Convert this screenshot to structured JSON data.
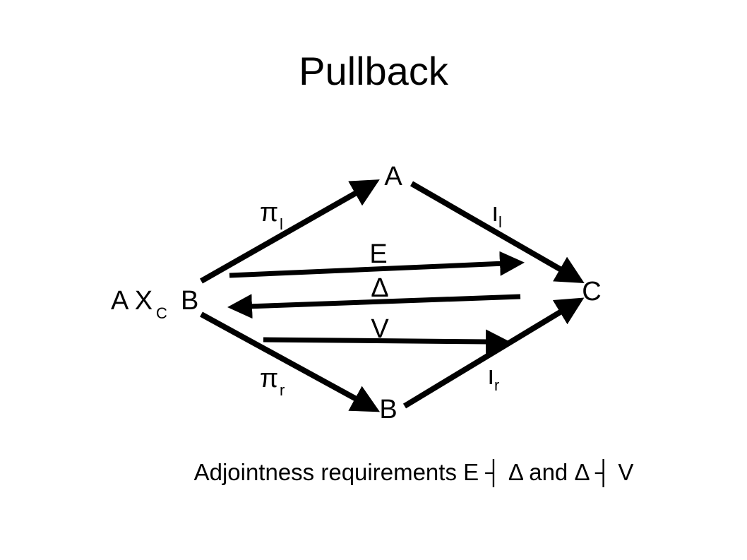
{
  "title": "Pullback",
  "nodes": {
    "a": "A",
    "b": "B",
    "c": "C",
    "pullback_main": "A X",
    "pullback_sub": "C",
    "pullback_tail": "B"
  },
  "morphisms": {
    "pi_l": {
      "base": "π",
      "sub": "l"
    },
    "pi_r": {
      "base": "π",
      "sub": "r"
    },
    "iota_l": {
      "base": "ı",
      "sub": "l"
    },
    "iota_r": {
      "base": "ı",
      "sub": "r"
    },
    "e": "E",
    "delta": "Δ",
    "v": "V"
  },
  "caption": "Adjointness requirements E ┤ Δ and  Δ ┤ V",
  "colors": {
    "ink": "#000000",
    "background": "#ffffff"
  }
}
